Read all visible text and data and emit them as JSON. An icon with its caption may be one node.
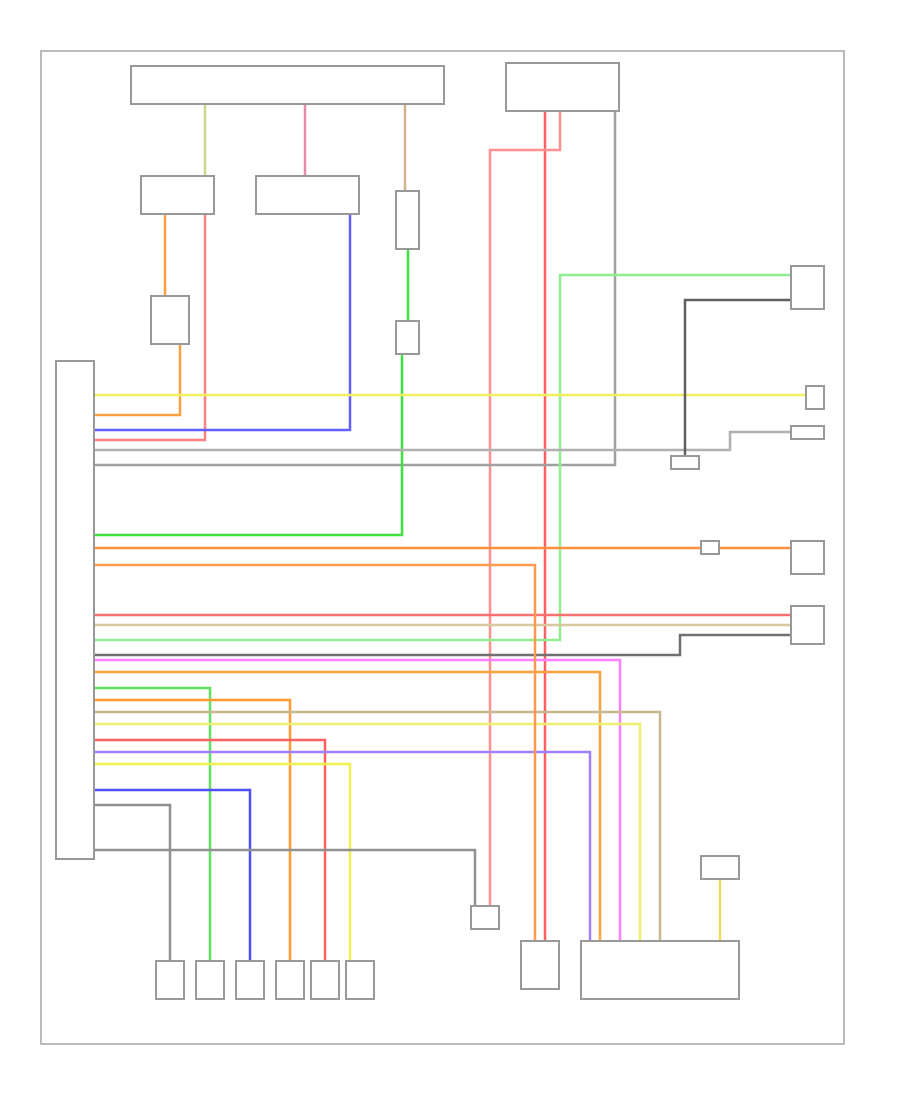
{
  "diagram": {
    "nodes": [
      {
        "text": [],
        "shape": "box"
      },
      {
        "text": [],
        "shape": "box"
      },
      {
        "text": [],
        "shape": "box"
      },
      {
        "text": [],
        "shape": "box"
      },
      {
        "text": [],
        "shape": "box"
      },
      {
        "text": [],
        "shape": "box"
      },
      {
        "text": [],
        "shape": "box"
      },
      {
        "text": [],
        "shape": "box"
      },
      {
        "text": [],
        "shape": "box"
      },
      {
        "text": [],
        "shape": "box"
      },
      {
        "text": [],
        "shape": "box"
      },
      {
        "text": [],
        "shape": "box"
      },
      {
        "text": [],
        "shape": "box"
      },
      {
        "text": [],
        "shape": "box"
      },
      {
        "text": [],
        "shape": "box"
      },
      {
        "text": [],
        "shape": "box"
      },
      {
        "text": [],
        "shape": "box"
      },
      {
        "text": [],
        "shape": "box"
      },
      {
        "text": [],
        "shape": "box"
      },
      {
        "text": [],
        "shape": "box"
      },
      {
        "text": [],
        "shape": "box"
      },
      {
        "text": [],
        "shape": "box"
      },
      {
        "text": [],
        "shape": "box"
      },
      {
        "text": [],
        "shape": "box"
      },
      {
        "text": [],
        "shape": "box"
      }
    ],
    "edges": [
      {
        "from": 0,
        "to": 2,
        "arrow": "none",
        "color": "#c8d88a"
      },
      {
        "from": 0,
        "to": 3,
        "arrow": "none",
        "color": "#e88aa8"
      },
      {
        "from": 0,
        "to": 4,
        "arrow": "none",
        "color": "#d2b48c"
      },
      {
        "from": 1,
        "to": 21,
        "arrow": "none",
        "color": "#ff6060"
      },
      {
        "from": 1,
        "to": 20,
        "arrow": "none",
        "color": "#ff9090"
      },
      {
        "from": 1,
        "to": 7,
        "arrow": "none",
        "color": "#a0a0a0"
      },
      {
        "from": 2,
        "to": 5,
        "arrow": "none",
        "color": "#ffa040"
      },
      {
        "from": 5,
        "to": 7,
        "arrow": "none",
        "color": "#ffa040"
      },
      {
        "from": 2,
        "to": 7,
        "arrow": "none",
        "color": "#ff8080"
      },
      {
        "from": 3,
        "to": 7,
        "arrow": "none",
        "color": "#6060ff"
      },
      {
        "from": 4,
        "to": 6,
        "arrow": "none",
        "color": "#40e040"
      },
      {
        "from": 6,
        "to": 7,
        "arrow": "none",
        "color": "#40e040"
      },
      {
        "from": 7,
        "to": 8,
        "arrow": "none",
        "color": "#90ee90"
      },
      {
        "from": 7,
        "to": 9,
        "arrow": "none",
        "color": "#f0f060"
      },
      {
        "from": 7,
        "to": 10,
        "arrow": "none",
        "color": "#b0b0b0"
      },
      {
        "from": 8,
        "to": 11,
        "arrow": "none",
        "color": "#606060"
      },
      {
        "from": 7,
        "to": 12,
        "arrow": "none",
        "color": "#ff9040"
      },
      {
        "from": 12,
        "to": 24,
        "arrow": "none",
        "color": "#ff9040"
      },
      {
        "from": 7,
        "to": 13,
        "arrow": "none",
        "color": "#ff7070"
      },
      {
        "from": 7,
        "to": 13,
        "arrow": "none",
        "color": "#d8c8a0"
      },
      {
        "from": 7,
        "to": 13,
        "arrow": "none",
        "color": "#707070"
      },
      {
        "from": 7,
        "to": 22,
        "arrow": "none",
        "color": "#ff80ff"
      },
      {
        "from": 7,
        "to": 22,
        "arrow": "none",
        "color": "#ffa040"
      },
      {
        "from": 7,
        "to": 15,
        "arrow": "none",
        "color": "#60e060"
      },
      {
        "from": 7,
        "to": 17,
        "arrow": "none",
        "color": "#ff9a30"
      },
      {
        "from": 7,
        "to": 22,
        "arrow": "none",
        "color": "#c8b890"
      },
      {
        "from": 7,
        "to": 22,
        "arrow": "none",
        "color": "#f0f070"
      },
      {
        "from": 7,
        "to": 18,
        "arrow": "none",
        "color": "#ff6060"
      },
      {
        "from": 7,
        "to": 22,
        "arrow": "none",
        "color": "#a080ff"
      },
      {
        "from": 7,
        "to": 19,
        "arrow": "none",
        "color": "#f0f050"
      },
      {
        "from": 7,
        "to": 16,
        "arrow": "none",
        "color": "#5050ff"
      },
      {
        "from": 7,
        "to": 14,
        "arrow": "none",
        "color": "#909090"
      },
      {
        "from": 7,
        "to": 20,
        "arrow": "none",
        "color": "#909090"
      },
      {
        "from": 7,
        "to": 21,
        "arrow": "none",
        "color": "#ff9a50"
      },
      {
        "from": 23,
        "to": 22,
        "arrow": "none",
        "color": "#e8e060"
      }
    ]
  }
}
